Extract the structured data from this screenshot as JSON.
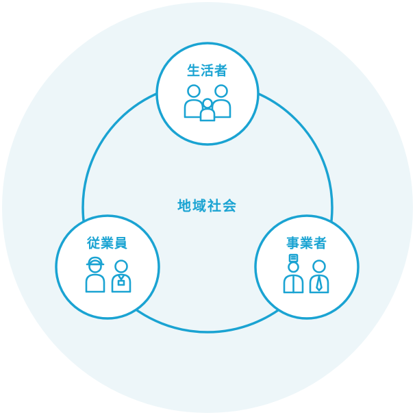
{
  "diagram": {
    "center_label": "地域社会",
    "nodes": [
      {
        "id": "residents",
        "label": "生活者",
        "icon": "family-icon"
      },
      {
        "id": "employees",
        "label": "従業員",
        "icon": "workers-icon"
      },
      {
        "id": "businesses",
        "label": "事業者",
        "icon": "business-people-icon"
      }
    ],
    "colors": {
      "accent": "#1aa3d2",
      "background_circle": "#edf6f9",
      "node_fill": "#ffffff"
    }
  }
}
